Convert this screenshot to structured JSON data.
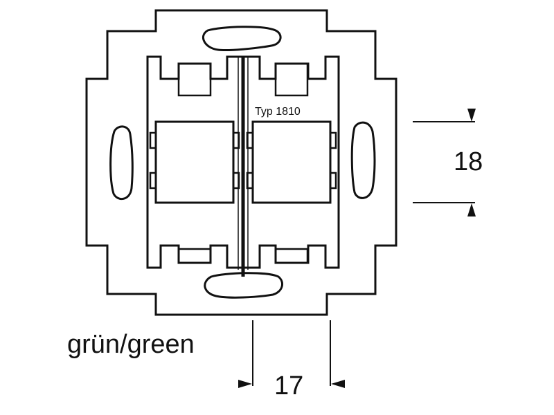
{
  "model_label": "Typ 1810",
  "color_label": "grün/green",
  "dimensions": {
    "vertical": "18",
    "horizontal": "17"
  }
}
